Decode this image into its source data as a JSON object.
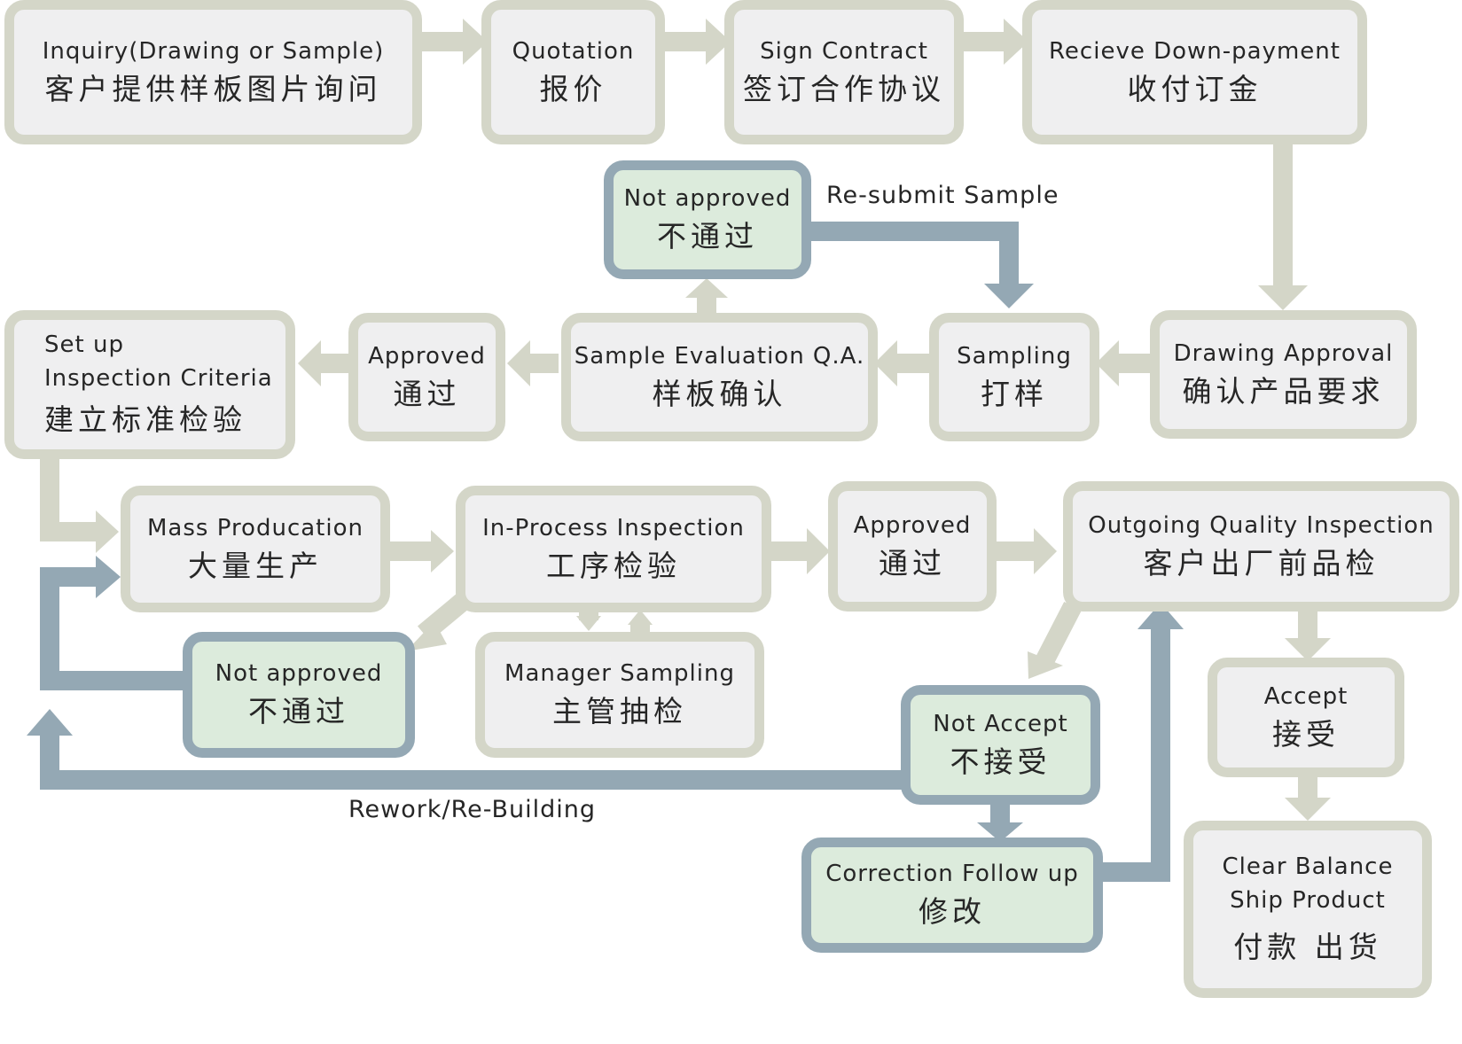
{
  "nodes": {
    "inquiry": {
      "en": "Inquiry(Drawing or Sample)",
      "zh": "客户提供样板图片询问"
    },
    "quotation": {
      "en": "Quotation",
      "zh": "报价"
    },
    "sign_contract": {
      "en": "Sign Contract",
      "zh": "签订合作协议"
    },
    "down_payment": {
      "en": "Recieve Down-payment",
      "zh": "收付订金"
    },
    "not_approved_sample": {
      "en": "Not approved",
      "zh": "不通过"
    },
    "set_up": {
      "en1": "Set up",
      "en2": "Inspection Criteria",
      "zh": "建立标准检验"
    },
    "approved_sample": {
      "en": "Approved",
      "zh": "通过"
    },
    "sample_evaluation": {
      "en": "Sample Evaluation Q.A.",
      "zh": "样板确认"
    },
    "sampling": {
      "en": "Sampling",
      "zh": "打样"
    },
    "drawing_approval": {
      "en": "Drawing Approval",
      "zh": "确认产品要求"
    },
    "mass_production": {
      "en": "Mass Producation",
      "zh": "大量生产"
    },
    "in_process": {
      "en": "In-Process Inspection",
      "zh": "工序检验"
    },
    "approved_process": {
      "en": "Approved",
      "zh": "通过"
    },
    "outgoing": {
      "en": "Outgoing Quality Inspection",
      "zh": "客户出厂前品检"
    },
    "not_approved_process": {
      "en": "Not approved",
      "zh": "不通过"
    },
    "manager_sampling": {
      "en": "Manager Sampling",
      "zh": "主管抽检"
    },
    "accept": {
      "en": "Accept",
      "zh": "接受"
    },
    "not_accept": {
      "en": "Not Accept",
      "zh": "不接受"
    },
    "correction": {
      "en": "Correction Follow up",
      "zh": "修改"
    },
    "clear_balance": {
      "en1": "Clear Balance",
      "en2": "Ship Product",
      "zh": "付款 出货"
    }
  },
  "labels": {
    "resubmit": "Re-submit Sample",
    "rework": "Rework/Re-Building"
  },
  "colors": {
    "main_border": "#d4d6c8",
    "main_fill": "#efeff0",
    "alt_border": "#94a8b4",
    "alt_fill": "#dcebdc",
    "arrow_main": "#d4d6c8",
    "arrow_alt": "#94a8b4"
  }
}
